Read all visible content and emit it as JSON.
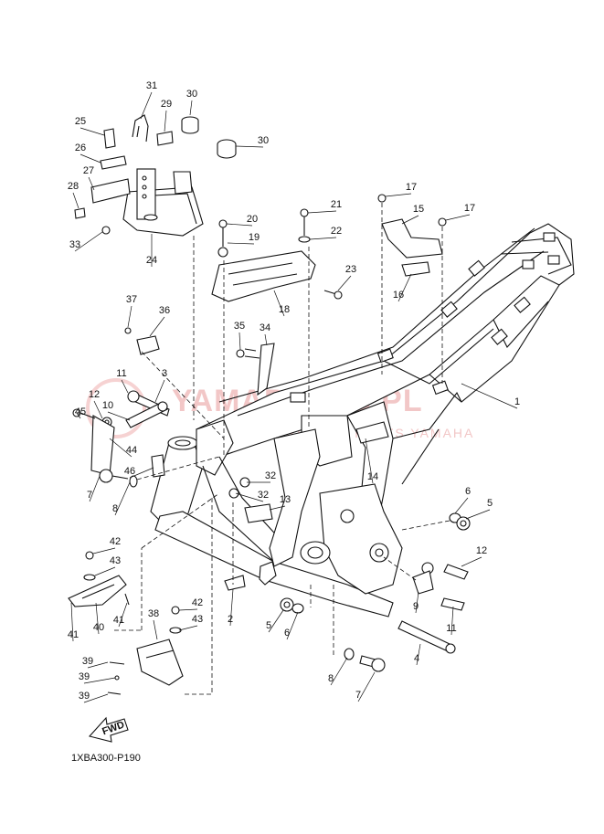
{
  "watermark": {
    "brand": "YAMAPARTS.PL",
    "subtitle": "ORIGINAL PARTS YAMAHA"
  },
  "fwd_label": "FWD",
  "diagram_code": "1XBA300-P190",
  "callouts": [
    "1",
    "2",
    "3",
    "4",
    "5",
    "6",
    "7",
    "8",
    "9",
    "10",
    "11",
    "12",
    "13",
    "14",
    "15",
    "16",
    "17",
    "18",
    "19",
    "20",
    "21",
    "22",
    "23",
    "24",
    "25",
    "26",
    "27",
    "28",
    "29",
    "30",
    "31",
    "32",
    "33",
    "34",
    "35",
    "36",
    "37",
    "38",
    "39",
    "40",
    "41",
    "42",
    "43",
    "44",
    "45",
    "46"
  ]
}
